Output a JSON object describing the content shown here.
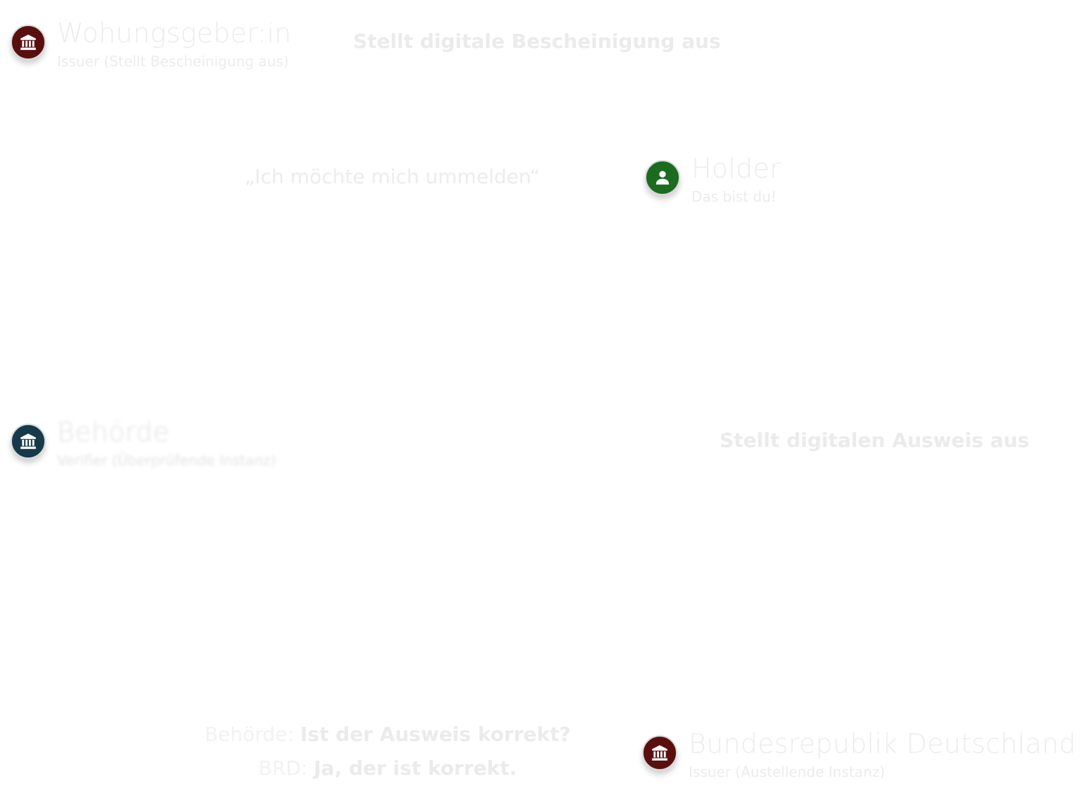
{
  "nodes": {
    "landlord": {
      "title": "Wohungsgeber:in",
      "subtitle": "Issuer (Stellt Bescheinigung aus)",
      "icon": "bank-icon",
      "color": "#5a0f0f"
    },
    "holder": {
      "title": "Holder",
      "subtitle": "Das bist du!",
      "icon": "user-icon",
      "color": "#1c6b1f"
    },
    "authority": {
      "title": "Behörde",
      "subtitle": "Verifier (Überprüfende Instanz)",
      "icon": "bank-icon",
      "color": "#163a4a"
    },
    "federal": {
      "title": "Bundesrepublik Deutschland",
      "subtitle": "Issuer (Austellende Instanz)",
      "icon": "bank-icon",
      "color": "#5a0f0f"
    }
  },
  "edges": {
    "landlord_issue": "Stellt digitale Bescheinigung aus",
    "holder_request": "„Ich möchte mich ummelden“",
    "federal_issue": "Stellt digitalen Ausweis aus"
  },
  "dialog": [
    {
      "speaker": "Behörde:",
      "text": "Ist der Ausweis korrekt?"
    },
    {
      "speaker": "BRD:",
      "text": "Ja, der ist korrekt."
    }
  ]
}
